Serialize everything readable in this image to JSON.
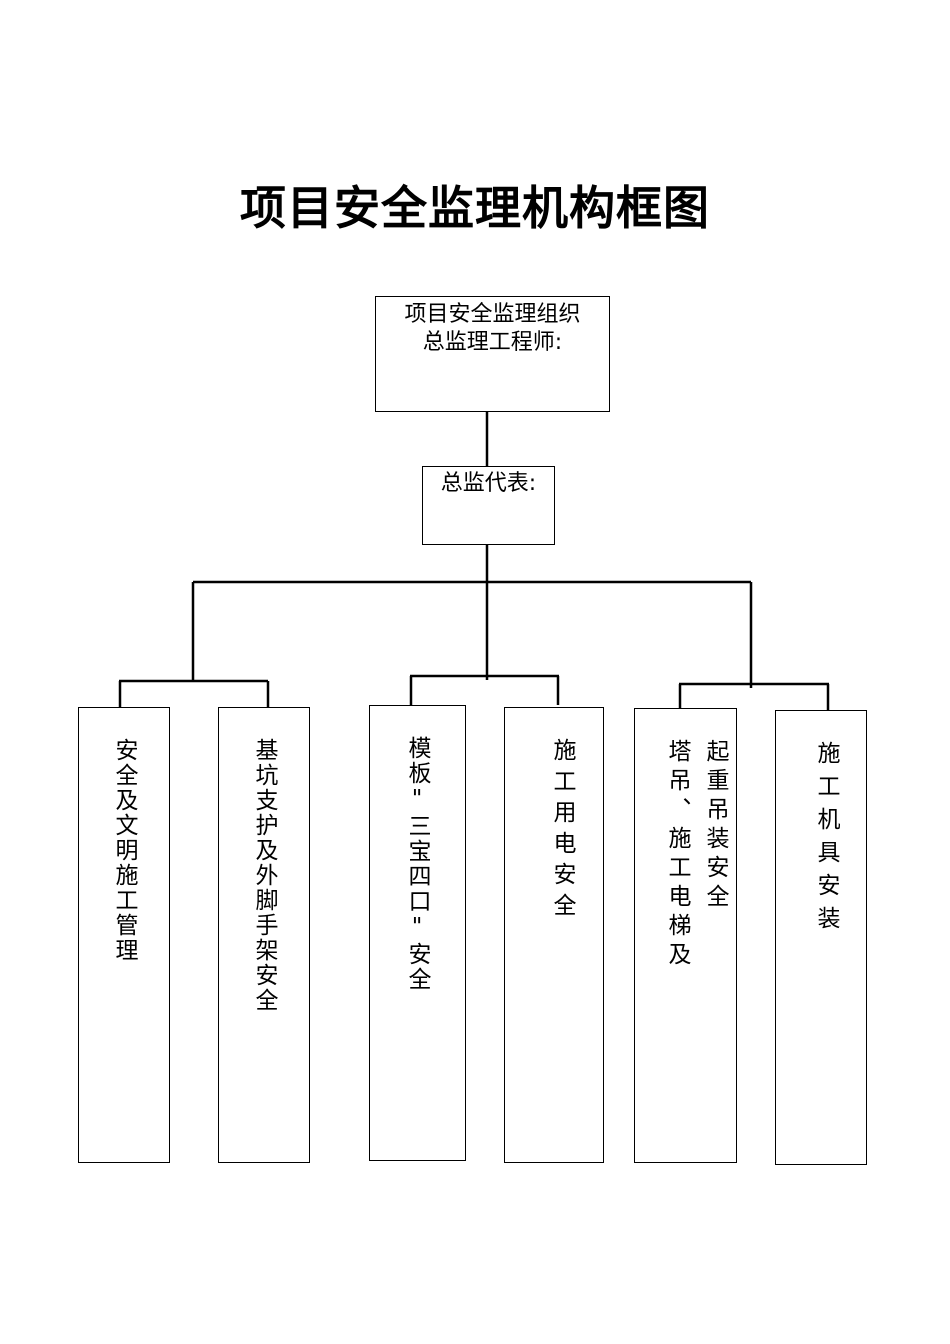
{
  "title": "项目安全监理机构框图",
  "root": {
    "line1": "项目安全监理组织",
    "line2": "总监理工程师:"
  },
  "deputy": {
    "label": "总监代表:"
  },
  "branches": [
    {
      "label": "安全及文明施工管理"
    },
    {
      "label": "基坑支护及外脚手架安全"
    },
    {
      "label": "模板\"三宝四口\"安全"
    },
    {
      "label": "施工用电安全"
    },
    {
      "label_right": "起重吊装安全",
      "label_left": "塔吊、施工电梯及"
    },
    {
      "label": "施工机具安装"
    }
  ]
}
